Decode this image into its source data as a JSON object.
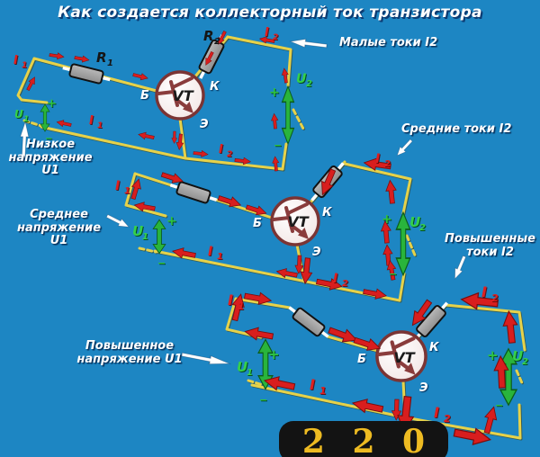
{
  "colors": {
    "bg": "#1d86c3",
    "wire": "#e6d24a",
    "current": "#d81e1e",
    "voltage": "#29b43c",
    "logo_bg": "#131313",
    "logo_text": "#eebb22"
  },
  "title": "Как создается коллекторный ток транзистора",
  "annotations": {
    "small_currents": "Малые токи I2",
    "medium_currents": "Средние токи I2",
    "high_currents": {
      "line1": "Повышенные",
      "line2": "токи I2"
    },
    "low_voltage": {
      "line1": "Низкое",
      "line2": "напряжение",
      "line3": "U1"
    },
    "medium_voltage": {
      "line1": "Среднее",
      "line2": "напряжение U1"
    },
    "high_voltage": {
      "line1": "Повышенное",
      "line2": "напряжение U1"
    }
  },
  "symbols": {
    "resistor": "R",
    "current": "I",
    "voltage": "U",
    "sub1": "1",
    "sub2": "2",
    "transistor": "VT",
    "base": "Б",
    "collector": "К",
    "emitter": "Э",
    "plus": "+",
    "minus": "−"
  },
  "logo": {
    "text": "2 2 0"
  }
}
